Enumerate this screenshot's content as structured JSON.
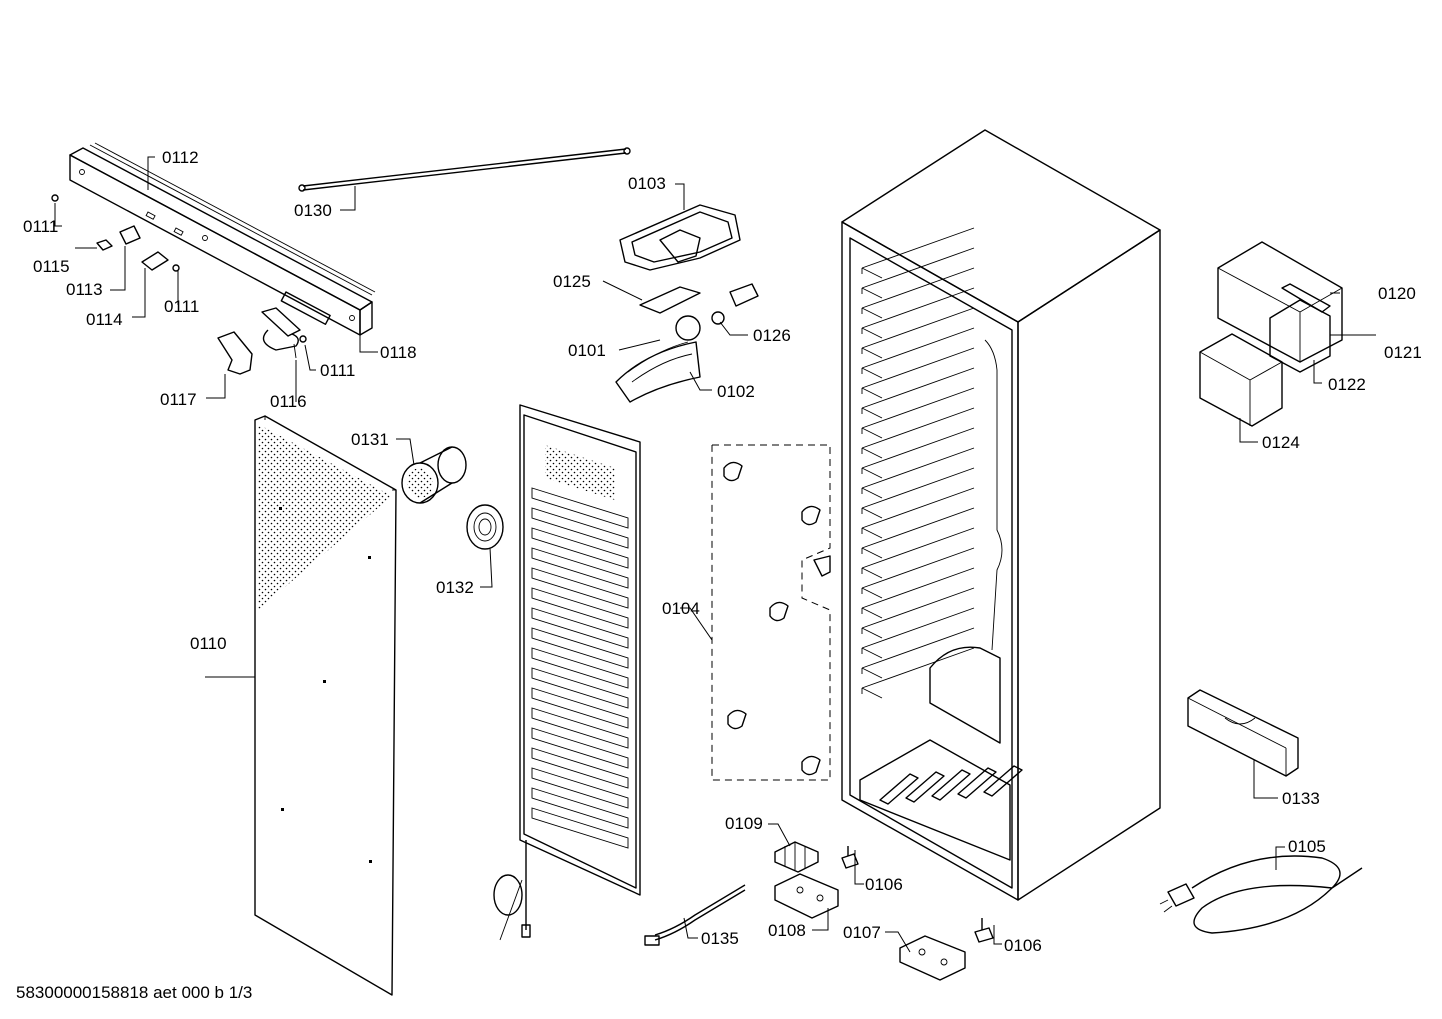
{
  "parts": [
    {
      "id": "p0101",
      "label": "0101"
    },
    {
      "id": "p0102",
      "label": "0102"
    },
    {
      "id": "p0103",
      "label": "0103"
    },
    {
      "id": "p0104",
      "label": "0104"
    },
    {
      "id": "p0105",
      "label": "0105"
    },
    {
      "id": "p0106a",
      "label": "0106"
    },
    {
      "id": "p0106b",
      "label": "0106"
    },
    {
      "id": "p0107",
      "label": "0107"
    },
    {
      "id": "p0108",
      "label": "0108"
    },
    {
      "id": "p0109",
      "label": "0109"
    },
    {
      "id": "p0110",
      "label": "0110"
    },
    {
      "id": "p0111a",
      "label": "0111"
    },
    {
      "id": "p0111b",
      "label": "0111"
    },
    {
      "id": "p0111c",
      "label": "0111"
    },
    {
      "id": "p0112",
      "label": "0112"
    },
    {
      "id": "p0113",
      "label": "0113"
    },
    {
      "id": "p0114",
      "label": "0114"
    },
    {
      "id": "p0115",
      "label": "0115"
    },
    {
      "id": "p0116",
      "label": "0116"
    },
    {
      "id": "p0117",
      "label": "0117"
    },
    {
      "id": "p0118",
      "label": "0118"
    },
    {
      "id": "p0120",
      "label": "0120"
    },
    {
      "id": "p0121",
      "label": "0121"
    },
    {
      "id": "p0122",
      "label": "0122"
    },
    {
      "id": "p0124",
      "label": "0124"
    },
    {
      "id": "p0125",
      "label": "0125"
    },
    {
      "id": "p0126",
      "label": "0126"
    },
    {
      "id": "p0130",
      "label": "0130"
    },
    {
      "id": "p0131",
      "label": "0131"
    },
    {
      "id": "p0132",
      "label": "0132"
    },
    {
      "id": "p0133",
      "label": "0133"
    },
    {
      "id": "p0135",
      "label": "0135"
    }
  ],
  "footer": "58300000158818 aet 000 b 1/3"
}
